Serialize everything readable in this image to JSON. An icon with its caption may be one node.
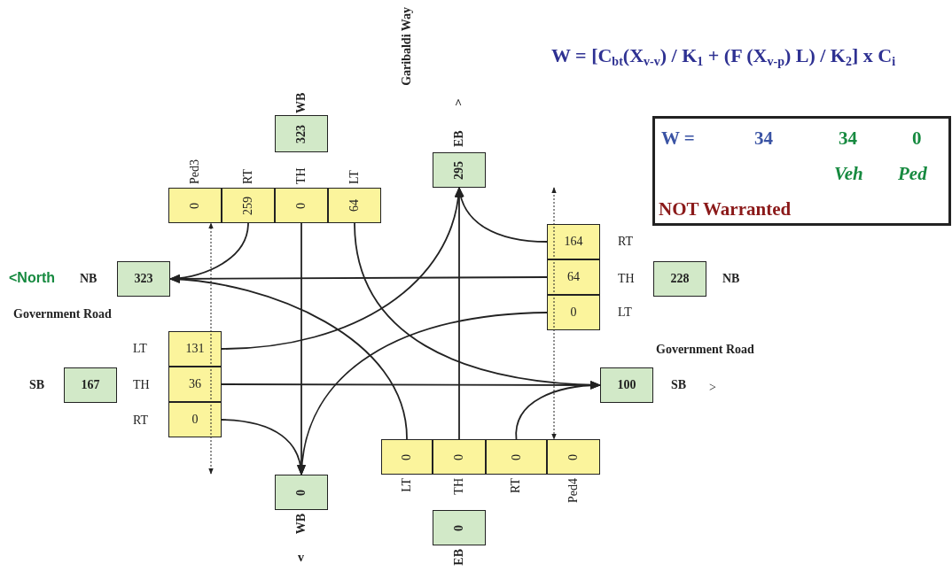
{
  "diagram": {
    "title": "W = [C$_{bt}$(X$_{v-v}$) / K$_{1}$ + (F (X$_{v-p}$) L) / K$_{2}$] x C$_{i}$",
    "nodes": [
      {
        "text": [
          "323"
        ],
        "beside": [
          "WB"
        ]
      },
      {
        "text": [
          "295"
        ],
        "beside": [
          "EB",
          "^"
        ]
      },
      {
        "text": [
          "W =",
          "34",
          "34",
          "0",
          "Veh",
          "Ped",
          "NOT Warranted"
        ]
      },
      {
        "text": [
          "0"
        ],
        "beside": [
          "Ped3"
        ]
      },
      {
        "text": [
          "259"
        ],
        "beside": [
          "RT"
        ]
      },
      {
        "text": [
          "0"
        ],
        "beside": [
          "TH"
        ]
      },
      {
        "text": [
          "64"
        ],
        "beside": [
          "LT"
        ]
      },
      {
        "text": [
          "164"
        ],
        "beside": [
          "RT"
        ]
      },
      {
        "text": [
          "64"
        ],
        "beside": [
          "TH"
        ]
      },
      {
        "text": [
          "0"
        ],
        "beside": [
          "LT"
        ]
      },
      {
        "text": [
          "323"
        ],
        "beside": [
          "NB"
        ]
      },
      {
        "text": [
          "228"
        ],
        "beside": [
          "NB"
        ]
      },
      {
        "text": [
          "131"
        ],
        "beside": [
          "LT"
        ]
      },
      {
        "text": [
          "36"
        ],
        "beside": [
          "TH"
        ]
      },
      {
        "text": [
          "0"
        ],
        "beside": [
          "RT"
        ]
      },
      {
        "text": [
          "167"
        ],
        "beside": [
          "SB"
        ]
      },
      {
        "text": [
          "100"
        ],
        "beside": [
          "SB",
          ">"
        ]
      },
      {
        "text": [
          "0"
        ],
        "beside": [
          "LT"
        ]
      },
      {
        "text": [
          "0"
        ],
        "beside": [
          "TH"
        ]
      },
      {
        "text": [
          "0"
        ],
        "beside": [
          "RT"
        ]
      },
      {
        "text": [
          "0"
        ],
        "beside": [
          "Ped4"
        ]
      },
      {
        "text": [
          "0"
        ],
        "beside": [
          "WB",
          "v"
        ]
      },
      {
        "text": [
          "0"
        ],
        "beside": [
          "EB"
        ]
      }
    ],
    "edges": [
      {
        "from": 4,
        "to": 10,
        "arrow": "to"
      },
      {
        "from": 5,
        "to": 21,
        "arrow": "to"
      },
      {
        "from": 6,
        "to": 16,
        "arrow": "to"
      },
      {
        "from": 7,
        "to": 1,
        "arrow": "to"
      },
      {
        "from": 8,
        "to": 10,
        "arrow": "to"
      },
      {
        "from": 9,
        "to": 21,
        "arrow": "to"
      },
      {
        "from": 12,
        "to": 1,
        "arrow": "to"
      },
      {
        "from": 13,
        "to": 16,
        "arrow": "to"
      },
      {
        "from": 14,
        "to": 21,
        "arrow": "to"
      },
      {
        "from": 17,
        "to": 10,
        "arrow": "to"
      },
      {
        "from": 18,
        "to": 1,
        "arrow": "to"
      },
      {
        "from": 19,
        "to": 16,
        "arrow": "to"
      },
      {
        "from": null,
        "to": 3,
        "arrow": "both",
        "style": "dashed"
      },
      {
        "from": null,
        "to": 20,
        "arrow": "both",
        "style": "dashed"
      }
    ],
    "labels": [
      "Garibaldi Way",
      "<North",
      "Government Road",
      "Government Road"
    ]
  }
}
